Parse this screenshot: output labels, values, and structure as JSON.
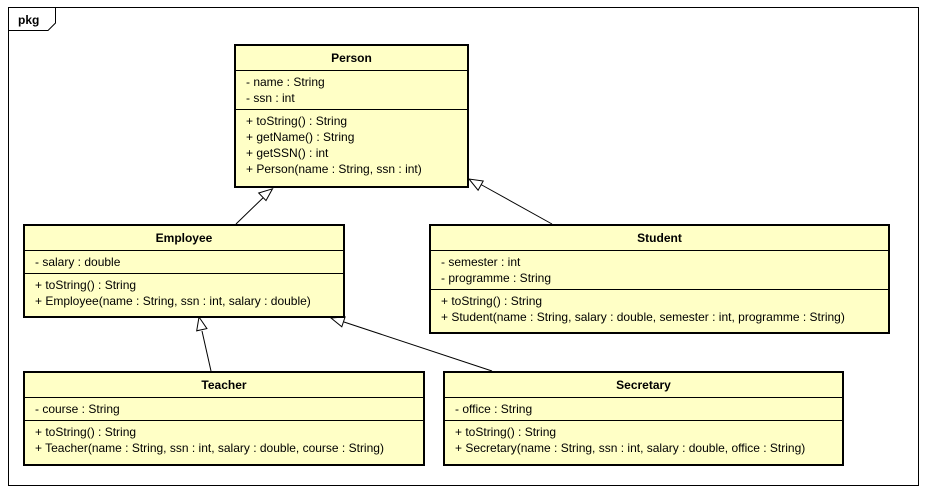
{
  "package": {
    "label": "pkg"
  },
  "classes": {
    "person": {
      "name": "Person",
      "attributes": [
        "- name : String",
        "- ssn : int"
      ],
      "operations": [
        "+ toString() : String",
        "+ getName() : String",
        "+ getSSN() : int",
        "+ Person(name : String, ssn : int)"
      ]
    },
    "employee": {
      "name": "Employee",
      "attributes": [
        "- salary : double"
      ],
      "operations": [
        "+ toString() : String",
        "+ Employee(name : String, ssn : int, salary : double)"
      ]
    },
    "student": {
      "name": "Student",
      "attributes": [
        "- semester : int",
        "- programme : String"
      ],
      "operations": [
        "+ toString() : String",
        "+ Student(name : String, salary : double, semester : int, programme : String)"
      ]
    },
    "teacher": {
      "name": "Teacher",
      "attributes": [
        "- course : String"
      ],
      "operations": [
        "+ toString() : String",
        "+ Teacher(name : String, ssn : int, salary : double, course : String)"
      ]
    },
    "secretary": {
      "name": "Secretary",
      "attributes": [
        "- office : String"
      ],
      "operations": [
        "+ toString() : String",
        "+ Secretary(name : String, ssn : int, salary : double, office : String)"
      ]
    }
  },
  "generalizations": [
    {
      "child": "employee",
      "parent": "person"
    },
    {
      "child": "student",
      "parent": "person"
    },
    {
      "child": "teacher",
      "parent": "employee"
    },
    {
      "child": "secretary",
      "parent": "employee"
    }
  ]
}
